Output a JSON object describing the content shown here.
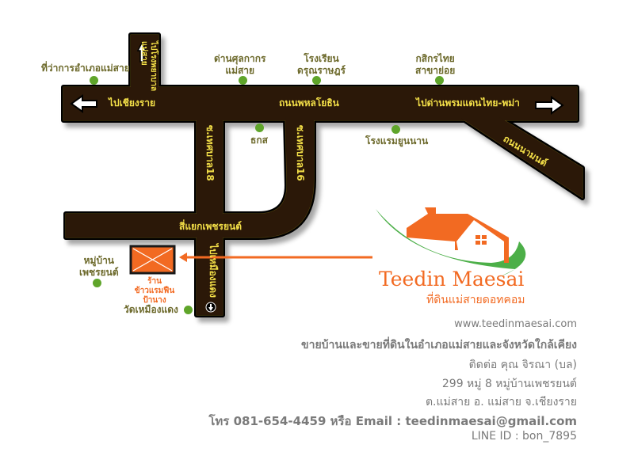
{
  "map": {
    "poi": {
      "district_office": "ที่ว่าการอำเภอแม่สาย",
      "customs": [
        "ด่านศุลกากร",
        "แม่สาย"
      ],
      "school": [
        "โรงเรียน",
        "ดรุณราษฎร์"
      ],
      "kbank": [
        "กสิกรไทย",
        "สาขาย่อย"
      ],
      "baac": "ธกส",
      "hotel": "โรงแรมยูนนาน",
      "village": [
        "หมู่บ้าน",
        "เพชรยนต์"
      ],
      "temple": "วัดเหมืองแดง"
    },
    "roads": {
      "to_chiangrai": "ไปเชียงราย",
      "phahonyothin": "ถนนพหลโยธิน",
      "to_border": "ไปด่านพรมแดนไทย-พม่า",
      "hospital": [
        "ไปโรงพยาบาล",
        "แม่สาย"
      ],
      "soi18": "ซ.เทศบาล18",
      "soi16": "ซ.เทศบาล16",
      "diagonal": "ถนนนามนต์",
      "junction": "สี่แยกเพชรยนต์",
      "to_muangdaeng": "ไปเหมืองแดง"
    },
    "shop": [
      "ร้าน",
      "ข้าวแรมฟืน",
      "ป้านาง"
    ]
  },
  "logo": {
    "name": "Teedin Maesai",
    "thai": "ที่ดินแม่สายดอทคอม"
  },
  "info": {
    "website": "www.teedinmaesai.com",
    "tagline": "ขายบ้านและขายที่ดินในอำเภอแม่สายและจังหวัดใกล้เคียง",
    "contact": "ติดต่อ คุณ จิรณา (บล)",
    "address1": "299 หมู่ 8 หมู่บ้านเพชรยนต์",
    "address2": "ต.แม่สาย อ. แม่สาย จ.เชียงราย",
    "phone_email": "โทร 081-654-4459 หรือ Email : teedinmaesai@gmail.com",
    "line": "LINE ID : bon_7895"
  },
  "colors": {
    "road": "#2b1808",
    "road_text": "#f3df48",
    "poi_dot": "#5fa52a",
    "accent": "#f26a22",
    "logo_green": "#4caf48"
  }
}
